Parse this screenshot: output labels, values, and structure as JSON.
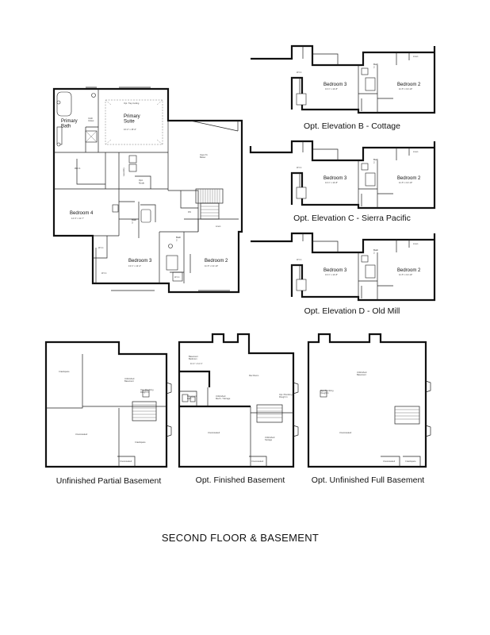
{
  "main_plan": {
    "primary_bath": "Primary\nBath",
    "closet_label": "Cloth\nCloset",
    "primary_suite": "Primary\nSuite",
    "primary_suite_dim": "16'-2\" x 15'-6\"",
    "tray_ceiling": "Opt. Tray Ceiling",
    "wic_primary": "W.I.C.",
    "laundry": "Laundry",
    "opt_nook": "Opt.\nNook",
    "open_to_below": "Open To\nBelow",
    "bedroom4": "Bedroom 4",
    "bedroom4_dim": "14'-4\" x 11'-7\"",
    "bath3": "Bath\n3",
    "wic_b4": "W.I.C.",
    "bath2": "Bath\n2",
    "bedroom3": "Bedroom 3",
    "bedroom3_dim": "13'-1\" x 12'-2\"",
    "bedroom2": "Bedroom 2",
    "bedroom2_dim": "11'-5\" x 13'-10\"",
    "linen": "Linen",
    "wic_b3": "W.I.C.",
    "wic_b2": "W.I.C.",
    "dn": "DN"
  },
  "elevations": [
    {
      "caption": "Opt. Elevation B - Cottage",
      "bedroom3": "Bedroom 3",
      "bedroom3_dim": "13'-1\" x 12'-8\"",
      "bath2": "Bath\n2",
      "bedroom2": "Bedroom 2",
      "bedroom2_dim": "11'-5\" x 13'-10\"",
      "linen": "Linen",
      "wic": "W.I.C."
    },
    {
      "caption": "Opt. Elevation C - Sierra Pacific",
      "bedroom3": "Bedroom 3",
      "bedroom3_dim": "13'-1\" x 12'-8\"",
      "bath2": "Bath\n2",
      "bedroom2": "Bedroom 2",
      "bedroom2_dim": "11'-5\" x 13'-10\"",
      "linen": "Linen",
      "wic": "W.I.C."
    },
    {
      "caption": "Opt. Elevation D - Old Mill",
      "bedroom3": "Bedroom 3",
      "bedroom3_dim": "13'-1\" x 12'-8\"",
      "bath2": "Bath\n2",
      "bedroom2": "Bedroom 2",
      "bedroom2_dim": "11'-5\" x 13'-10\"",
      "linen": "Linen",
      "wic": "W.I.C."
    }
  ],
  "basements": [
    {
      "caption": "Unfinished Partial Basement",
      "crawlspace_top": "Crawlspace",
      "unfinished": "Unfinished\nBasement",
      "unexcavated": "Unexcavated",
      "crawlspace_bottom": "Crawlspace",
      "mech": "Opt. Plumbing\nRough In",
      "under_stair": "Unexcavated"
    },
    {
      "caption": "Opt. Finished Basement",
      "bedroom": "Basement\nBedroom",
      "bedroom_dim": "11'-1\" x 11'-1\"",
      "rec_room": "Rec Room",
      "bath": "Basement\nBath",
      "mech": "Unfinished\nMech. / Storage",
      "rough": "Opt. Plumbing\nRough In",
      "unexcavated": "Unexcavated",
      "storage": "Unfinished\nStorage",
      "under_stair": "Unexcavated"
    },
    {
      "caption": "Opt. Unfinished Full Basement",
      "unfinished": "Unfinished\nBasement",
      "rough": "Opt. Plumbing\nRough In",
      "unexcavated": "Unexcavated",
      "under_stair": "Unexcavated",
      "crawl_small": "Crawlspace"
    }
  ],
  "page_title": "SECOND FLOOR & BASEMENT"
}
